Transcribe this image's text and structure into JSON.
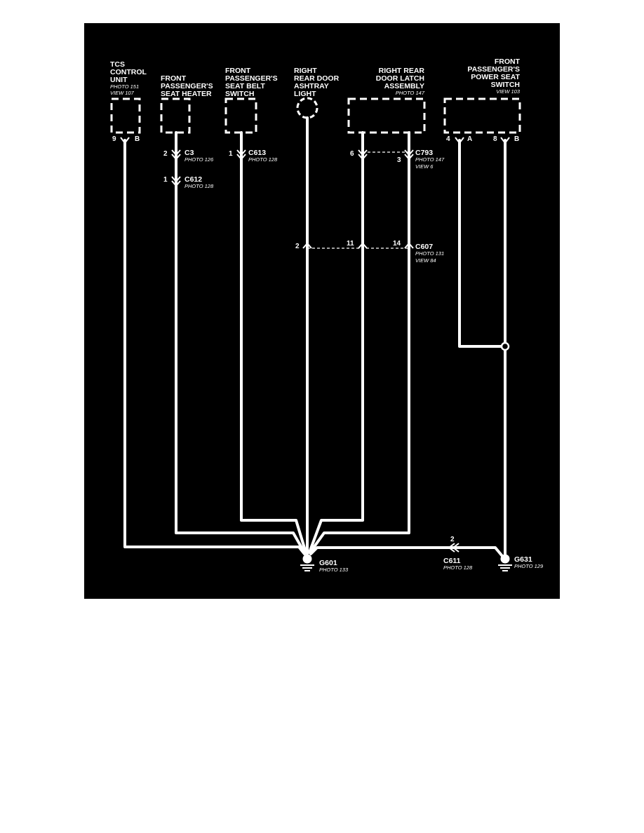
{
  "colors": {
    "background": "#000000",
    "foreground": "#ffffff",
    "page": "#ffffff"
  },
  "components": {
    "tcs": {
      "lines": [
        "TCS",
        "CONTROL",
        "UNIT"
      ],
      "photo": "PHOTO 151",
      "view": "VIEW 107",
      "pin_left": "9",
      "pin_right": "B"
    },
    "seat_heater": {
      "lines": [
        "FRONT",
        "PASSENGER'S",
        "SEAT HEATER"
      ]
    },
    "seat_belt": {
      "lines": [
        "FRONT",
        "PASSENGER'S",
        "SEAT BELT",
        "SWITCH"
      ]
    },
    "ashtray": {
      "lines": [
        "RIGHT",
        "REAR DOOR",
        "ASHTRAY",
        "LIGHT"
      ]
    },
    "door_latch": {
      "lines": [
        "RIGHT REAR",
        "DOOR LATCH",
        "ASSEMBLY"
      ],
      "photo": "PHOTO 147"
    },
    "power_seat": {
      "lines": [
        "FRONT",
        "PASSENGER'S",
        "POWER SEAT",
        "SWITCH"
      ],
      "view": "VIEW 103",
      "pin1": "4",
      "pin2": "A",
      "pin3": "8",
      "pin4": "B"
    }
  },
  "connectors": {
    "c3": {
      "name": "C3",
      "photo": "PHOTO 126",
      "pin": "2"
    },
    "c612": {
      "name": "C612",
      "photo": "PHOTO 128",
      "pin": "1"
    },
    "c613": {
      "name": "C613",
      "photo": "PHOTO 128",
      "pin": "1"
    },
    "c793": {
      "name": "C793",
      "photo": "PHOTO 147",
      "view": "VIEW 6",
      "pin_a": "6",
      "pin_b": "3"
    },
    "c607": {
      "name": "C607",
      "photo": "PHOTO 131",
      "view": "VIEW 84",
      "pin_a": "2",
      "pin_b": "11",
      "pin_c": "14"
    },
    "c611": {
      "name": "C611",
      "photo": "PHOTO 128",
      "pin": "2"
    }
  },
  "grounds": {
    "g601": {
      "name": "G601",
      "photo": "PHOTO 133"
    },
    "g631": {
      "name": "G631",
      "photo": "PHOTO 129"
    }
  }
}
